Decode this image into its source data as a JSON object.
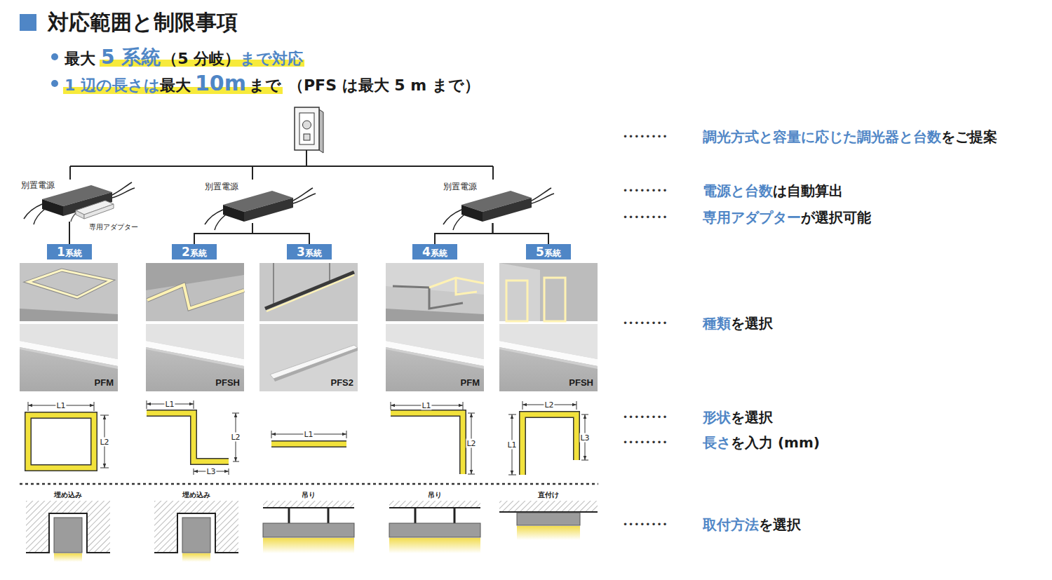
{
  "diagram": {
    "title": "対応範囲と制限事項",
    "nodes": [
      {
        "text": [
          "別置電源"
        ]
      },
      {
        "text": [
          "別置電源"
        ]
      },
      {
        "text": [
          "別置電源"
        ]
      },
      {
        "text": [
          "1",
          "系統"
        ]
      },
      {
        "text": [
          "2",
          "系統"
        ]
      },
      {
        "text": [
          "3",
          "系統"
        ]
      },
      {
        "text": [
          "4",
          "系統"
        ]
      },
      {
        "text": [
          "5",
          "系統"
        ]
      },
      {
        "text": [
          "PFM"
        ]
      },
      {
        "text": [
          "PFSH"
        ]
      },
      {
        "text": [
          "PFS2"
        ]
      },
      {
        "text": [
          "PFM"
        ]
      },
      {
        "text": [
          "PFSH"
        ]
      }
    ],
    "edges": [
      {
        "from": 0,
        "to": 3,
        "arrow": "none"
      },
      {
        "from": 1,
        "to": 4,
        "arrow": "none"
      },
      {
        "from": 1,
        "to": 5,
        "arrow": "none"
      },
      {
        "from": 2,
        "to": 6,
        "arrow": "none"
      },
      {
        "from": 2,
        "to": 7,
        "arrow": "none"
      }
    ],
    "labels": [
      "最大",
      "5 系統",
      "（5 分岐）",
      "まで対応",
      "1 辺の長さは",
      "最大",
      "10m",
      "まで",
      "（PFS は最大 5 m まで）",
      "専用アダプター",
      "L1",
      "L2",
      "L1",
      "L2",
      "L3",
      "L1",
      "L1",
      "L2",
      "L2",
      "L1",
      "L3",
      "埋め込み",
      "埋め込み",
      "吊り",
      "吊り",
      "直付け",
      "••••••••",
      "調光方式と容量に応じた調光器と台数",
      "をご提案",
      "••••••••",
      "電源と台数",
      "は自動算出",
      "••••••••",
      "専用アダプター",
      "が選択可能",
      "••••••••",
      "種類",
      "を選択",
      "••••••••",
      "形状",
      "を選択",
      "••••••••",
      "長さ",
      "を入力 (mm)",
      "••••••••",
      "取付方法",
      "を選択"
    ]
  }
}
